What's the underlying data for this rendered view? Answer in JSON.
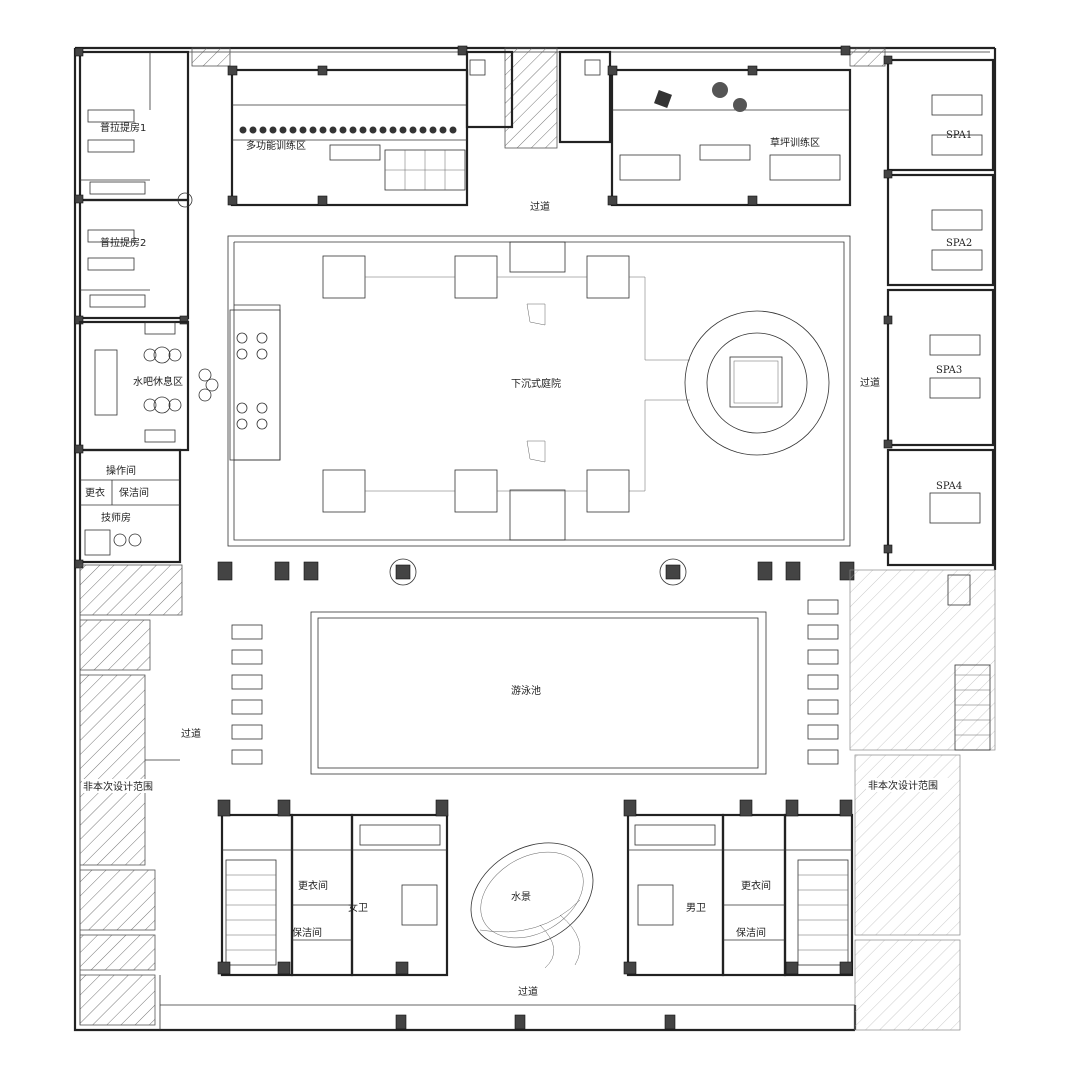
{
  "labels": {
    "pilates1": "普拉提房1",
    "pilates2": "普拉提房2",
    "multi_training": "多功能训练区",
    "lawn_training": "草坪训练区",
    "corridor_top": "过道",
    "spa1": "SPA1",
    "spa2": "SPA2",
    "spa3": "SPA3",
    "spa4": "SPA4",
    "corridor_right": "过道",
    "water_bar": "水吧休息区",
    "sunken_courtyard": "下沉式庭院",
    "operation_room": "操作间",
    "changing_small": "更衣",
    "cleaning_small": "保洁间",
    "technician_room": "技师房",
    "pool": "游泳池",
    "corridor_left": "过道",
    "out_of_scope_left": "非本次设计范围",
    "out_of_scope_right": "非本次设计范围",
    "changing_women": "更衣间",
    "womens_wc": "女卫",
    "cleaning_women": "保洁间",
    "water_feature": "水景",
    "mens_wc": "男卫",
    "changing_men": "更衣间",
    "cleaning_men": "保洁间",
    "corridor_bottom": "过道"
  },
  "colors": {
    "line": "#222222",
    "column": "#444444",
    "background": "#ffffff"
  }
}
